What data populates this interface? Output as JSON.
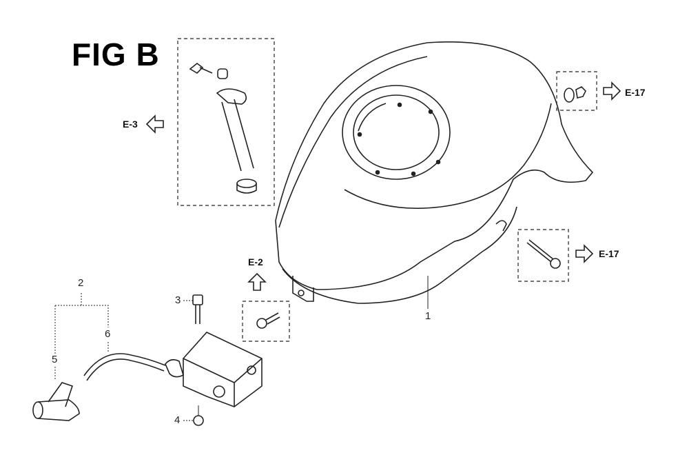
{
  "figure": {
    "title": "FIG B"
  },
  "references": {
    "ref_e3": "E-3",
    "ref_e2": "E-2",
    "ref_e17_top": "E-17",
    "ref_e17_bottom": "E-17"
  },
  "callouts": {
    "c1": "1",
    "c2": "2",
    "c3": "3",
    "c4": "4",
    "c5": "5",
    "c6": "6"
  }
}
